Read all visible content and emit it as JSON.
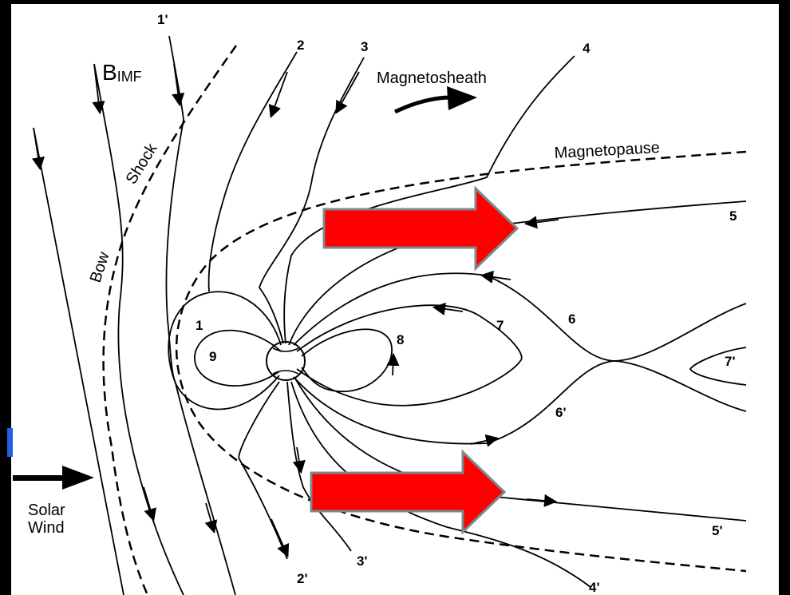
{
  "diagram": {
    "labels": {
      "b_imf": "B",
      "b_imf_sub": "IMF",
      "magnetosheath": "Magnetosheath",
      "magnetopause": "Magnetopause",
      "bow": "Bow",
      "shock": "Shock",
      "solar_wind_line1": "Solar",
      "solar_wind_line2": "Wind"
    },
    "field_line_numbers": [
      "1'",
      "2",
      "3",
      "4",
      "5",
      "6",
      "7",
      "8",
      "1",
      "9",
      "7'",
      "6'",
      "5'",
      "4'",
      "3'",
      "2'"
    ],
    "colors": {
      "background_frame": "#000000",
      "panel": "#ffffff",
      "ink": "#000000",
      "highlight_arrow_fill": "#ff0000",
      "highlight_arrow_stroke": "#7a8a8c",
      "accent_bar": "#2060e0"
    },
    "highlight_arrows": [
      "red-arrow-upper",
      "red-arrow-lower"
    ]
  }
}
